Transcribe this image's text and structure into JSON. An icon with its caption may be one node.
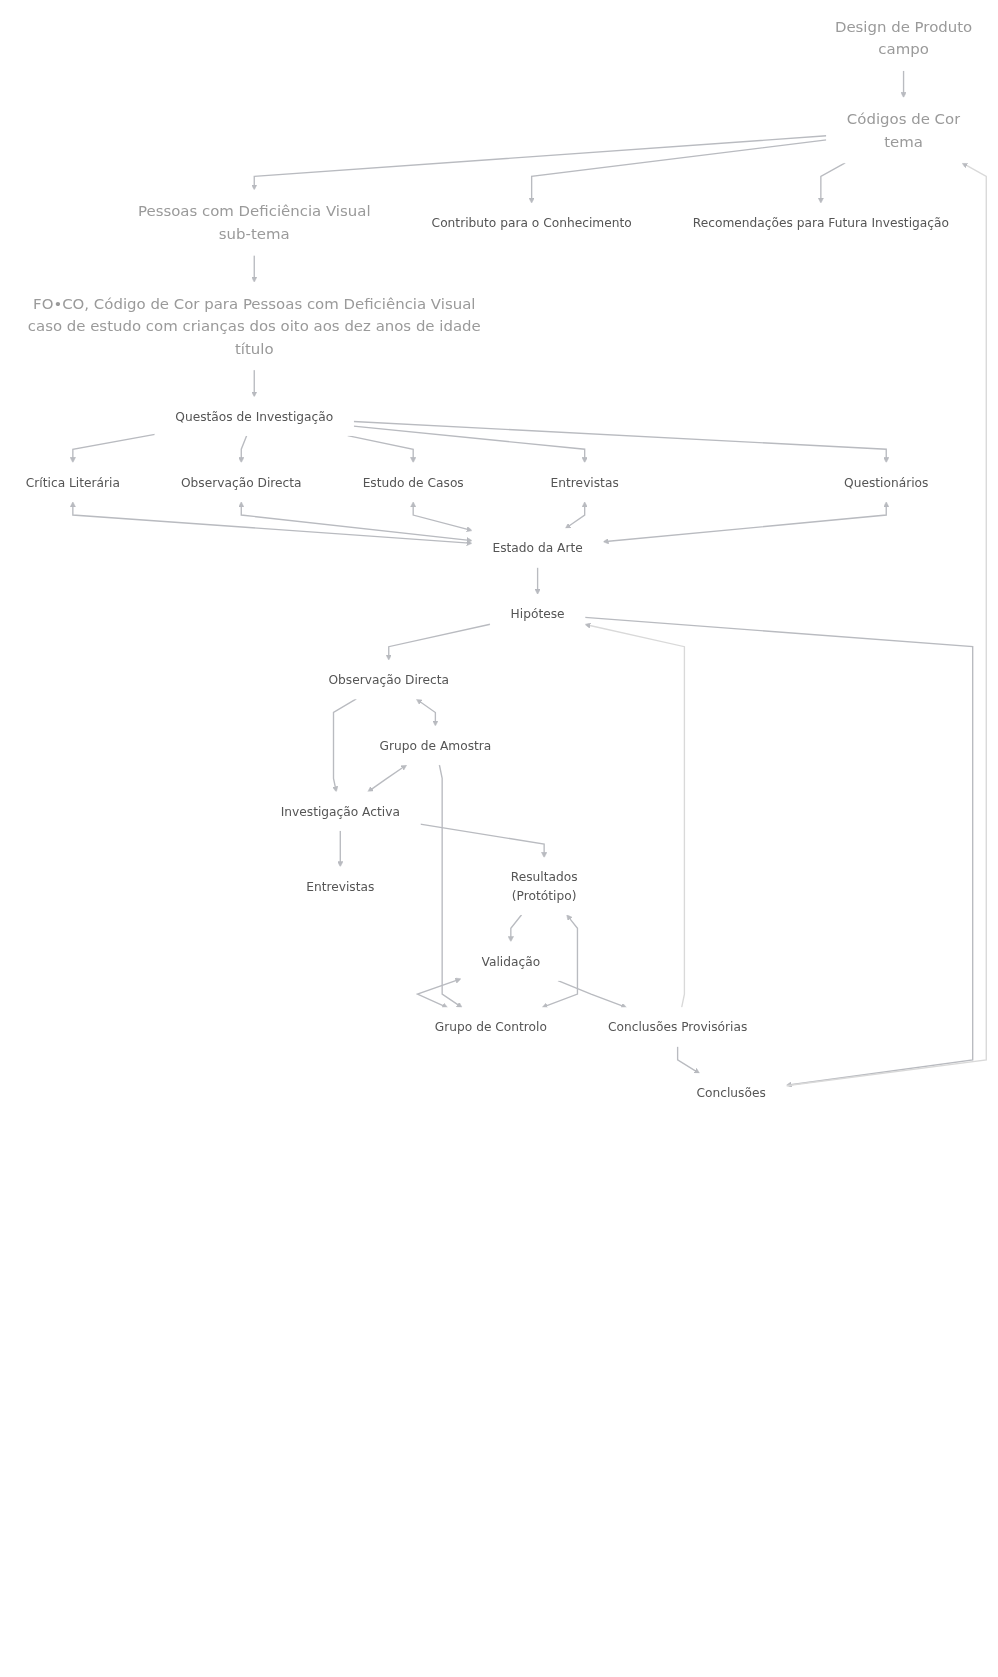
{
  "diagram": {
    "nodes": [
      {
        "text": [
          "Design de Produto",
          "campo"
        ]
      },
      {
        "text": [
          "Códigos de Cor",
          "tema"
        ]
      },
      {
        "text": [
          "Pessoas com Deficiência Visual",
          "sub-tema"
        ]
      },
      {
        "text": [
          "FO•CO, Código de Cor para Pessoas com Deficiência Visual",
          "caso de estudo com crianças dos oito aos dez anos de idade",
          "título"
        ]
      },
      {
        "text": [
          "Questãos de Investigação"
        ]
      },
      {
        "text": [
          "Crítica Literária"
        ]
      },
      {
        "text": [
          "Observação Directa"
        ]
      },
      {
        "text": [
          "Estudo de Casos"
        ]
      },
      {
        "text": [
          "Entrevistas"
        ]
      },
      {
        "text": [
          "Questionários"
        ]
      },
      {
        "text": [
          "Estado da Arte"
        ]
      },
      {
        "text": [
          "Hipótese"
        ]
      },
      {
        "text": [
          "Observação Directa"
        ]
      },
      {
        "text": [
          "Grupo de Amostra"
        ]
      },
      {
        "text": [
          "Investigação Activa"
        ]
      },
      {
        "text": [
          "Entrevistas"
        ]
      },
      {
        "text": [
          "Resultados",
          "(Protótipo)"
        ]
      },
      {
        "text": [
          "Validação"
        ]
      },
      {
        "text": [
          "Grupo de Controlo"
        ]
      },
      {
        "text": [
          "Conclusões Provisórias"
        ]
      },
      {
        "text": [
          "Conclusões"
        ]
      },
      {
        "text": [
          "Contributo para o Conhecimento"
        ]
      },
      {
        "text": [
          "Recomendações para Futura Investigação"
        ]
      }
    ],
    "edges": [
      {
        "from": 0,
        "to": 1,
        "arrow": "to"
      },
      {
        "from": 1,
        "to": 2,
        "arrow": "to"
      },
      {
        "from": 2,
        "to": 3,
        "arrow": "to"
      },
      {
        "from": 3,
        "to": 4,
        "arrow": "to"
      },
      {
        "from": 4,
        "to": 5,
        "arrow": "to"
      },
      {
        "from": 4,
        "to": 6,
        "arrow": "to"
      },
      {
        "from": 4,
        "to": 7,
        "arrow": "to"
      },
      {
        "from": 4,
        "to": 8,
        "arrow": "to"
      },
      {
        "from": 4,
        "to": 9,
        "arrow": "to"
      },
      {
        "from": 5,
        "to": 10,
        "arrow": "both"
      },
      {
        "from": 6,
        "to": 10,
        "arrow": "both"
      },
      {
        "from": 7,
        "to": 10,
        "arrow": "both"
      },
      {
        "from": 8,
        "to": 10,
        "arrow": "both"
      },
      {
        "from": 9,
        "to": 10,
        "arrow": "both"
      },
      {
        "from": 10,
        "to": 11,
        "arrow": "to"
      },
      {
        "from": 11,
        "to": 12,
        "arrow": "to"
      },
      {
        "from": 12,
        "to": 13,
        "arrow": "both"
      },
      {
        "from": 12,
        "to": 14,
        "arrow": "to"
      },
      {
        "from": 13,
        "to": 14,
        "arrow": "both"
      },
      {
        "from": 14,
        "to": 15,
        "arrow": "to"
      },
      {
        "from": 14,
        "to": 16,
        "arrow": "to"
      },
      {
        "from": 18,
        "to": 16,
        "arrow": "both"
      },
      {
        "from": 16,
        "to": 17,
        "arrow": "to"
      },
      {
        "from": 17,
        "to": 18,
        "arrow": "both"
      },
      {
        "from": 13,
        "to": 18,
        "arrow": "to"
      },
      {
        "from": 17,
        "to": 19,
        "arrow": "to"
      },
      {
        "from": 19,
        "to": 11,
        "arrow": "to",
        "color": "#d9d9d9"
      },
      {
        "from": 19,
        "to": 20,
        "arrow": "to"
      },
      {
        "from": 11,
        "to": 20,
        "arrow": "to"
      },
      {
        "from": 20,
        "to": 1,
        "arrow": "to",
        "color": "#d9d9d9"
      },
      {
        "from": 1,
        "to": 21,
        "arrow": "to"
      },
      {
        "from": 1,
        "to": 22,
        "arrow": "to"
      }
    ]
  }
}
